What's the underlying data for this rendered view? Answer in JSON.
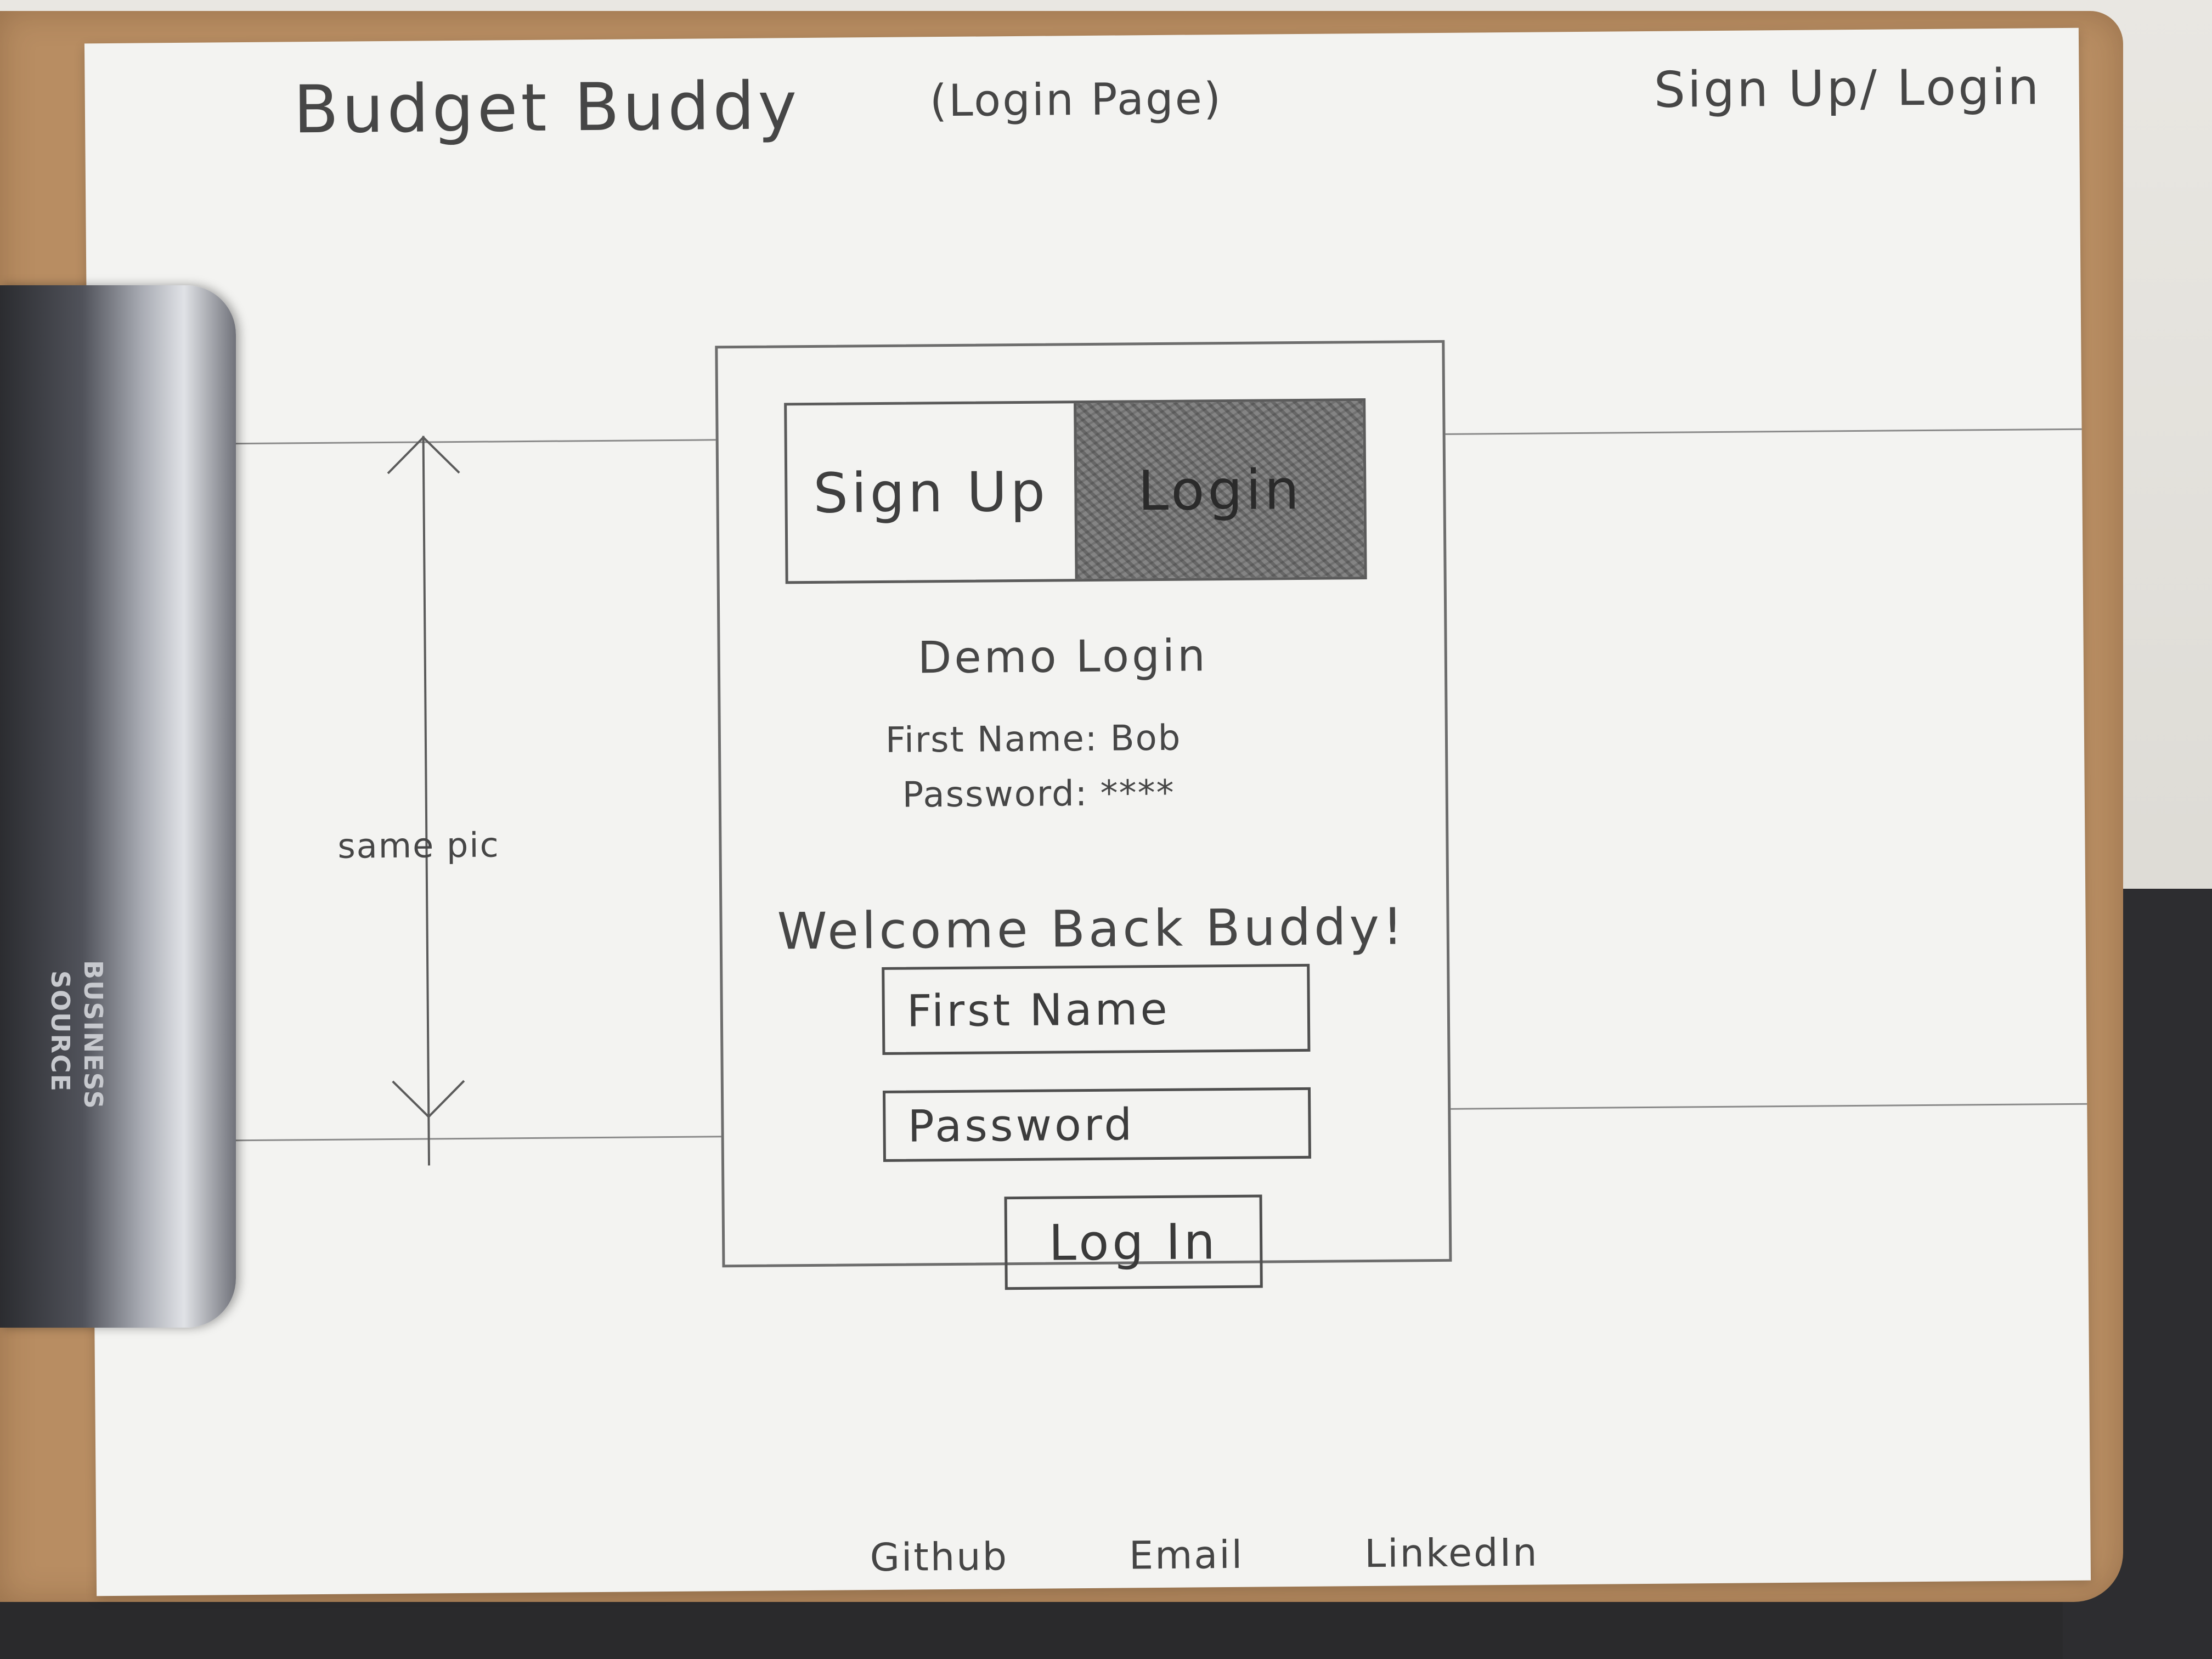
{
  "header": {
    "brand": "Budget Buddy",
    "page_label": "(Login Page)",
    "nav_link": "Sign Up/ Login"
  },
  "hero": {
    "label": "same pic"
  },
  "auth_card": {
    "tabs": [
      {
        "label": "Sign Up",
        "active": false
      },
      {
        "label": "Login",
        "active": true
      }
    ],
    "demo": {
      "title": "Demo Login",
      "first_name_line": "First Name: Bob",
      "password_line": "Password: ****"
    },
    "welcome": "Welcome Back Buddy!",
    "first_name_placeholder": "First Name",
    "password_placeholder": "Password",
    "submit_label": "Log In"
  },
  "footer": {
    "links": [
      "Github",
      "Email",
      "LinkedIn"
    ]
  },
  "clip_brand": "BUSINESS SOURCE"
}
